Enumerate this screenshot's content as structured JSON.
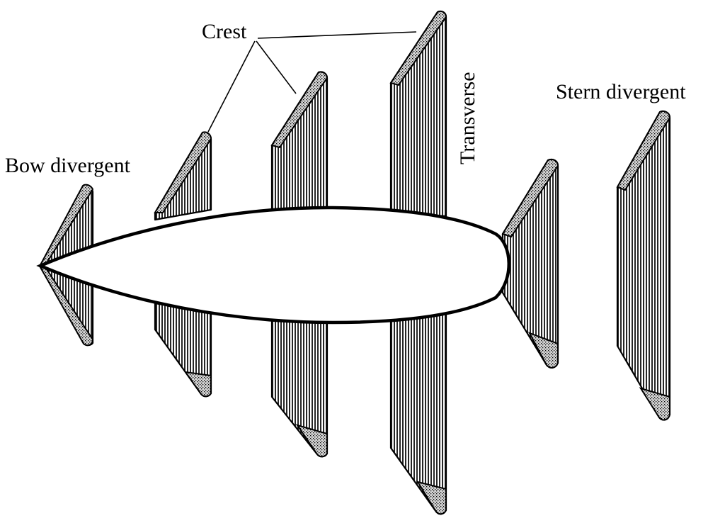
{
  "labels": {
    "bow_divergent": "Bow divergent",
    "crest": "Crest",
    "transverse": "Transverse",
    "stern_divergent": "Stern divergent"
  },
  "colors": {
    "ink": "#000000",
    "crest_fill": "#c9c9c9",
    "background": "#ffffff"
  },
  "icons": {
    "wave_band": "vertical-hatch",
    "crest": "dotted-stipple"
  }
}
